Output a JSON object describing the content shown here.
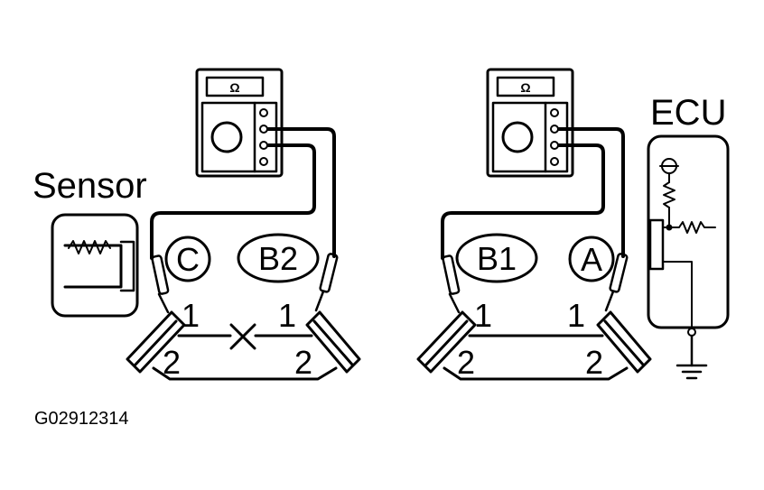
{
  "labels": {
    "sensor": "Sensor",
    "ecu": "ECU",
    "connector_c": "C",
    "connector_b2": "B2",
    "connector_b1": "B1",
    "connector_a": "A",
    "pin_1": "1",
    "pin_2": "2",
    "figure_code": "G02912314"
  },
  "meters": [
    {
      "symbol": "Ω"
    },
    {
      "symbol": "Ω"
    }
  ],
  "icons": [
    "ohmmeter-icon",
    "sensor-coil-icon",
    "ecu-circuit-icon",
    "ground-icon",
    "break-x-icon",
    "test-probe-icon",
    "connector-icon"
  ],
  "colors": {
    "line": "#000000",
    "background": "#ffffff"
  }
}
